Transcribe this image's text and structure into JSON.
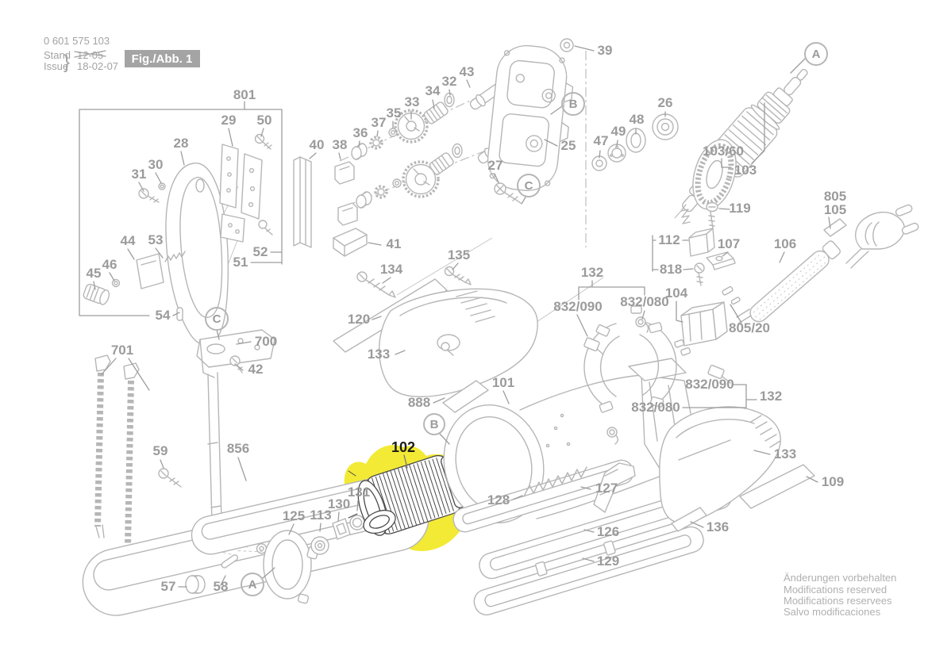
{
  "header": {
    "part_number": "0 601 575 103",
    "stand_label": "Stand",
    "issue_label": "Issue",
    "brace": "}",
    "old_date": "12-05",
    "date": "18-02-07",
    "fig_label": "Fig./Abb. 1"
  },
  "view_markers": {
    "a": "A",
    "b": "B",
    "c": "C"
  },
  "callouts": {
    "c801": "801",
    "c29": "29",
    "c50": "50",
    "c28": "28",
    "c30": "30",
    "c31": "31",
    "c44": "44",
    "c53": "53",
    "c46": "46",
    "c45": "45",
    "c52": "52",
    "c51": "51",
    "c54": "54",
    "c700": "700",
    "c42": "42",
    "c701": "701",
    "c59": "59",
    "c856": "856",
    "c57": "57",
    "c58": "58",
    "c125": "125",
    "c113": "113",
    "c130": "130",
    "c131": "131",
    "c102": "102",
    "c40": "40",
    "c38": "38",
    "c36": "36",
    "c37": "37",
    "c35": "35",
    "c33": "33",
    "c34": "34",
    "c32": "32",
    "c43": "43",
    "c39": "39",
    "c25": "25",
    "c27": "27",
    "c47": "47",
    "c49": "49",
    "c48": "48",
    "c26": "26",
    "c103_60": "103/60",
    "c103": "103",
    "c805": "805",
    "c105": "105",
    "c119": "119",
    "c112": "112",
    "c107": "107",
    "c106": "106",
    "c818": "818",
    "c104": "104",
    "c805_20": "805/20",
    "c41": "41",
    "c135": "135",
    "c134": "134",
    "c120": "120",
    "c133a": "133",
    "c888": "888",
    "c101": "101",
    "c132a": "132",
    "c832_090a": "832/090",
    "c832_080a": "832/080",
    "c128": "128",
    "c127": "127",
    "c126": "126",
    "c129": "129",
    "c832_090b": "832/090",
    "c132b": "132",
    "c832_080b": "832/080",
    "c133b": "133",
    "c109": "109",
    "c136": "136"
  },
  "footer": {
    "l1": "Änderungen vorbehalten",
    "l2": "Modifications reserved",
    "l3": "Modifications reservees",
    "l4": "Salvo modificaciones"
  },
  "colors": {
    "background": "#ffffff",
    "drawing_line": "#b6b6b6",
    "label_gray": "#9b9b9b",
    "highlight_yellow": "#f2ea35",
    "highlight_label": "#1c1c1c",
    "dark_part": "#4a4a4a",
    "badge_bg": "#a4a4a4",
    "badge_text": "#ffffff"
  }
}
